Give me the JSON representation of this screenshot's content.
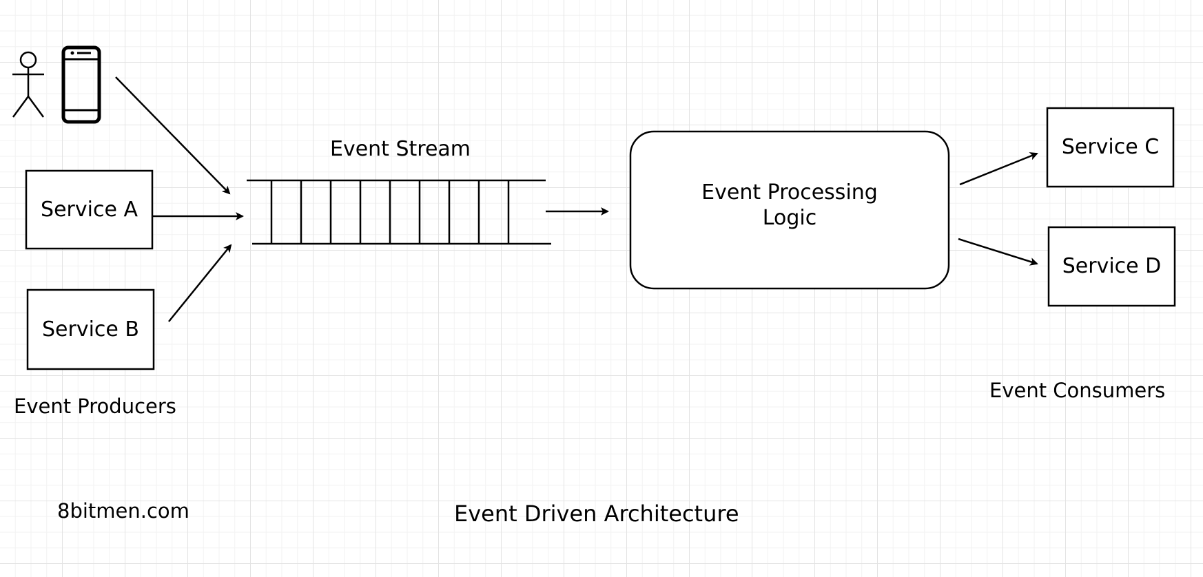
{
  "diagram": {
    "title": "Event Driven Architecture",
    "watermark": "8bitmen.com",
    "groups": {
      "producers": "Event Producers",
      "consumers": "Event Consumers"
    },
    "stream": {
      "label": "Event Stream"
    },
    "processor": {
      "label_line1": "Event Processing",
      "label_line2": "Logic"
    },
    "producers": [
      {
        "label": "Service A"
      },
      {
        "label": "Service B"
      }
    ],
    "consumers": [
      {
        "label": "Service C"
      },
      {
        "label": "Service D"
      }
    ],
    "icons": [
      "person-icon",
      "mobile-phone-icon"
    ],
    "edges": [
      {
        "from": "Mobile user",
        "to": "Event Stream"
      },
      {
        "from": "Service A",
        "to": "Event Stream"
      },
      {
        "from": "Service B",
        "to": "Event Stream"
      },
      {
        "from": "Event Stream",
        "to": "Event Processing Logic"
      },
      {
        "from": "Event Processing Logic",
        "to": "Service C"
      },
      {
        "from": "Event Processing Logic",
        "to": "Service D"
      }
    ],
    "colors": {
      "stroke": "#000000",
      "background": "#ffffff",
      "grid": "#e3e3e3"
    }
  }
}
